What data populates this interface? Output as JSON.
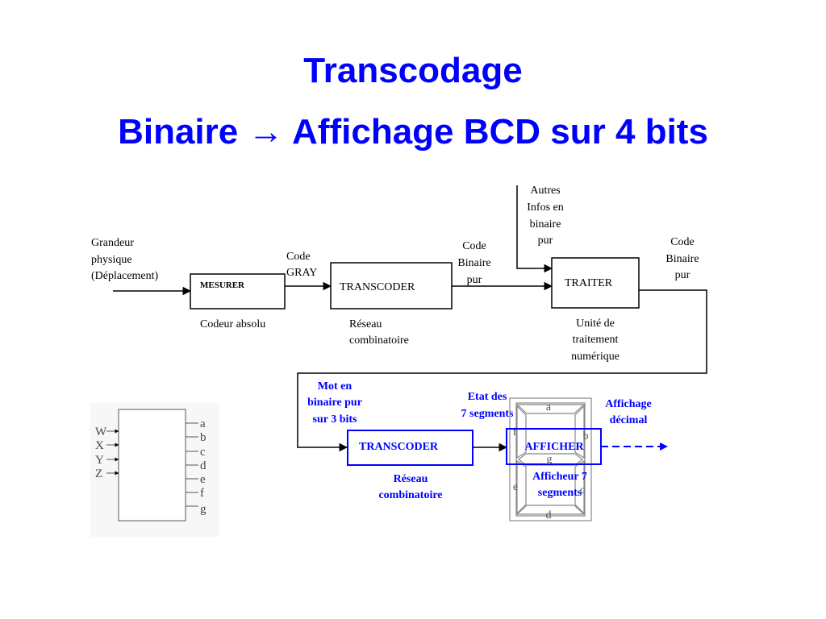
{
  "title": {
    "line1": "Transcodage",
    "line2": "Binaire → Affichage BCD sur 4 bits"
  },
  "top_chain": {
    "input_label": [
      "Grandeur",
      "physique",
      "(Déplacement)"
    ],
    "block1": {
      "name": "MESURER",
      "caption": "Codeur absolu"
    },
    "link1": [
      "Code",
      "GRAY"
    ],
    "block2": {
      "name": "TRANSCODER",
      "caption": [
        "Réseau",
        "combinatoire"
      ]
    },
    "link2": [
      "Code",
      "Binaire",
      "pur"
    ],
    "side_input": [
      "Autres",
      "Infos en",
      "binaire",
      "pur"
    ],
    "block3": {
      "name": "TRAITER",
      "caption": [
        "Unité de",
        "traitement",
        "numérique"
      ]
    },
    "output_label": [
      "Code",
      "Binaire",
      "pur"
    ]
  },
  "bottom_chain": {
    "input_label": [
      "Mot en",
      "binaire pur",
      "sur 3 bits"
    ],
    "block1": {
      "name": "TRANSCODER",
      "caption": [
        "Réseau",
        "combinatoire"
      ]
    },
    "link": [
      "Etat des",
      "7 segments"
    ],
    "block2": {
      "name": "AFFICHER",
      "caption": [
        "Afficheur 7",
        "segments"
      ]
    },
    "output_label": [
      "Affichage",
      "décimal"
    ],
    "segments": {
      "a": "a",
      "b": "b",
      "c": "c",
      "d": "d",
      "e": "e",
      "f": "f",
      "g": "g"
    }
  },
  "decoder": {
    "inputs": [
      "W",
      "X",
      "Y",
      "Z"
    ],
    "outputs": [
      "a",
      "b",
      "c",
      "d",
      "e",
      "f",
      "g"
    ]
  },
  "colors": {
    "accent": "#0000ff",
    "line": "#000000",
    "segment_gray": "#888888"
  }
}
